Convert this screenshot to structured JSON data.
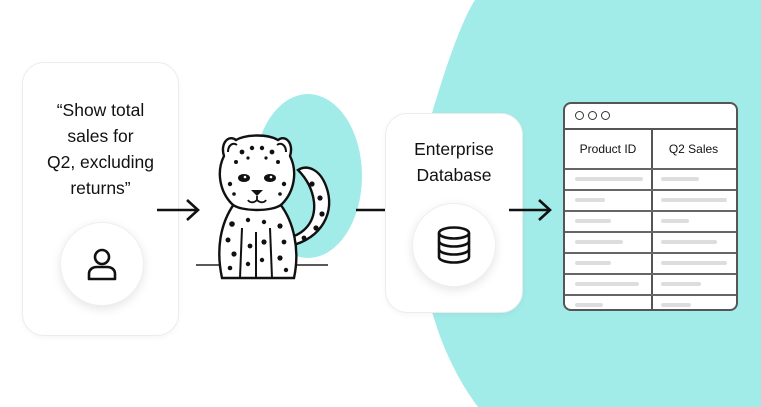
{
  "colors": {
    "accent_teal": "#a1ebe8",
    "ink": "#111111",
    "placeholder_line": "#dddddd",
    "window_border": "#555555"
  },
  "query_card": {
    "text": "“Show total\nsales for\nQ2, excluding\nreturns”",
    "icon": "user-icon"
  },
  "mascot": {
    "icon": "leopard-illustration"
  },
  "database_card": {
    "title": "Enterprise\nDatabase",
    "icon": "database-icon"
  },
  "result_table": {
    "window_controls": [
      "circle",
      "circle",
      "circle"
    ],
    "columns": [
      "Product ID",
      "Q2 Sales"
    ],
    "row_count": 7
  },
  "arrows": [
    "arrow-right-icon",
    "arrow-right-icon",
    "arrow-right-icon"
  ]
}
